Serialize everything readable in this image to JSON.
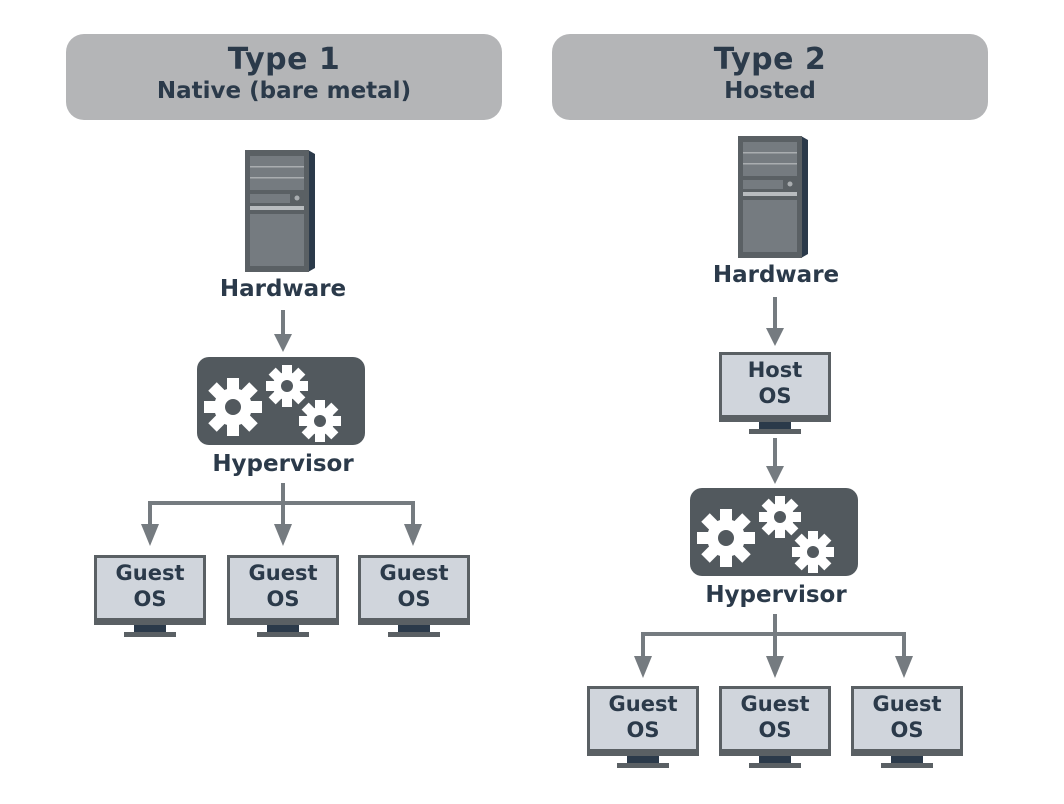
{
  "type1": {
    "title": "Type 1",
    "subtitle": "Native (bare metal)",
    "hardware_label": "Hardware",
    "hypervisor_label": "Hypervisor",
    "guests": [
      {
        "line1": "Guest",
        "line2": "OS"
      },
      {
        "line1": "Guest",
        "line2": "OS"
      },
      {
        "line1": "Guest",
        "line2": "OS"
      }
    ]
  },
  "type2": {
    "title": "Type 2",
    "subtitle": "Hosted",
    "hardware_label": "Hardware",
    "host_os": {
      "line1": "Host",
      "line2": "OS"
    },
    "hypervisor_label": "Hypervisor",
    "guests": [
      {
        "line1": "Guest",
        "line2": "OS"
      },
      {
        "line1": "Guest",
        "line2": "OS"
      },
      {
        "line1": "Guest",
        "line2": "OS"
      }
    ]
  },
  "colors": {
    "header_bg": "#b4b5b7",
    "text": "#2b3a4a",
    "arrow": "#757b80",
    "hypervisor_bg": "#52595e",
    "screen_bg": "#d0d5dc"
  }
}
